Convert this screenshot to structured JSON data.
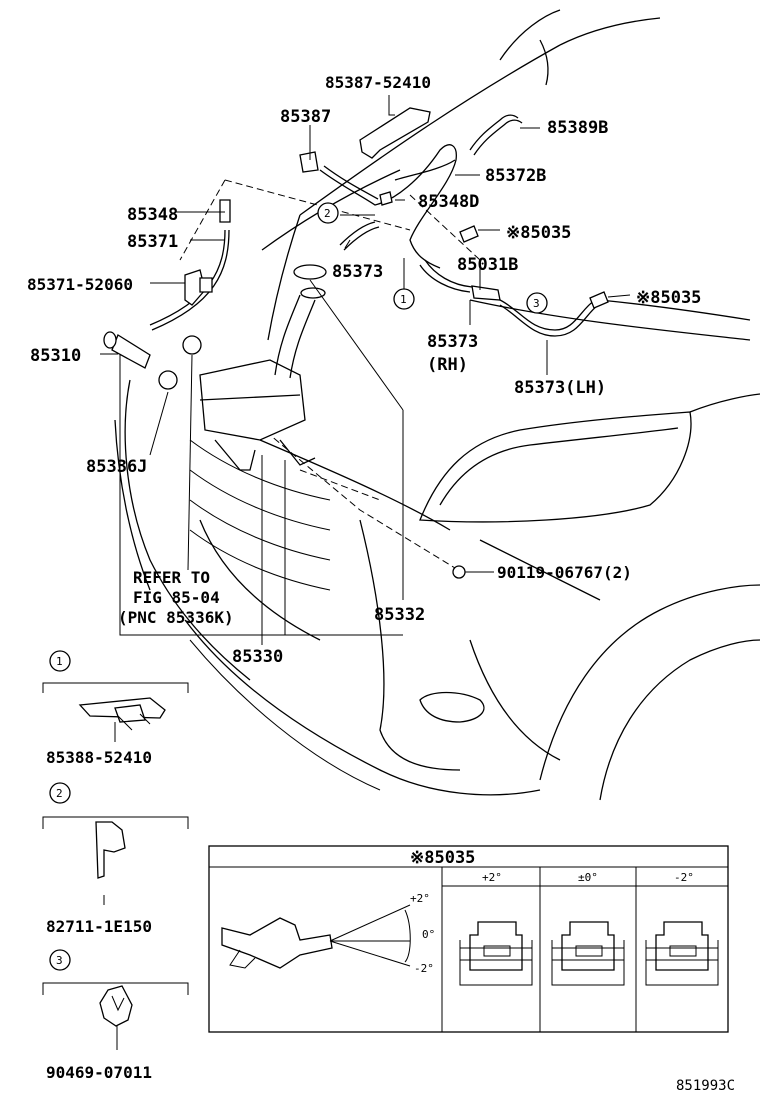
{
  "labels": {
    "p85387_52410": "85387-52410",
    "p85387": "85387",
    "p85389b": "85389B",
    "p85372b": "85372B",
    "p85348": "85348",
    "p85348d": "85348D",
    "p85035_a": "※85035",
    "p85371": "85371",
    "p85373_top": "85373",
    "p85031b": "85031B",
    "p85035_b": "※85035",
    "p85371_52060": "85371-52060",
    "p85373_rh": "85373",
    "rh": "(RH)",
    "p85310": "85310",
    "p85373_lh": "85373(LH)",
    "p85336j": "85336J",
    "bolt": "90119-06767(2)",
    "refer_1": "REFER TO",
    "refer_2": "FIG 85-04",
    "refer_3": "(PNC 85336K)",
    "p85332": "85332",
    "p85330": "85330",
    "detail1_part": "85388-52410",
    "detail2_part": "82711-1E150",
    "detail3_part": "90469-07011",
    "figure_code": "851993C"
  },
  "callouts": [
    "1",
    "2",
    "3"
  ],
  "nozzle_table": {
    "title": "※85035",
    "columns": [
      "+2°",
      "±0°",
      "-2°"
    ],
    "angles": [
      "+2°",
      "0°",
      "-2°"
    ]
  }
}
